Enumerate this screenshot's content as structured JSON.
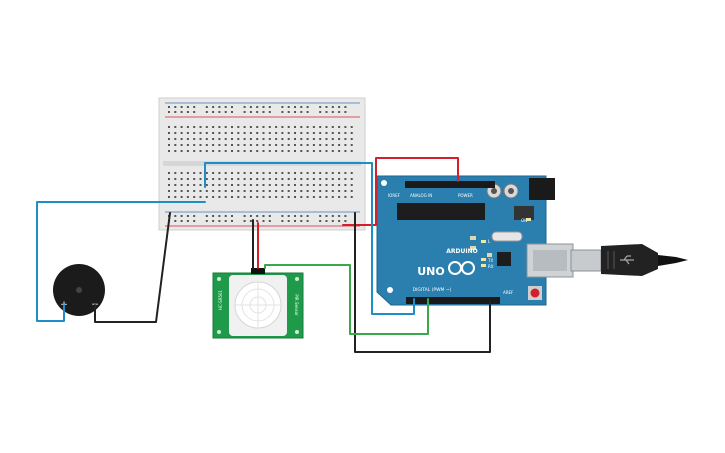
{
  "colors": {
    "background": "#ffffff",
    "breadboard": "#e9e9e9",
    "arduino_board": "#2a7fae",
    "pcb_green": "#1f9a4a",
    "wire_red": "#d4202b",
    "wire_blue": "#1e8ec9",
    "wire_black": "#222222",
    "wire_green": "#38a84a",
    "usb_plug": "#222222"
  },
  "arduino": {
    "brand": "ARDUINO",
    "model": "UNO",
    "digital_header": "DIGITAL (PWM ~)",
    "analog_header": "ANALOG IN",
    "power_header": "POWER",
    "tx_label": "TX",
    "rx_label": "RX",
    "l_label": "L",
    "on_label": "ON",
    "aref_label": "AREF",
    "ioref_label": "IOREF"
  },
  "buzzer": {
    "plus_label": "+",
    "minus_label": "−"
  },
  "pir": {
    "model_label": "HC-SR501",
    "side_label": "PIR Sensor"
  }
}
